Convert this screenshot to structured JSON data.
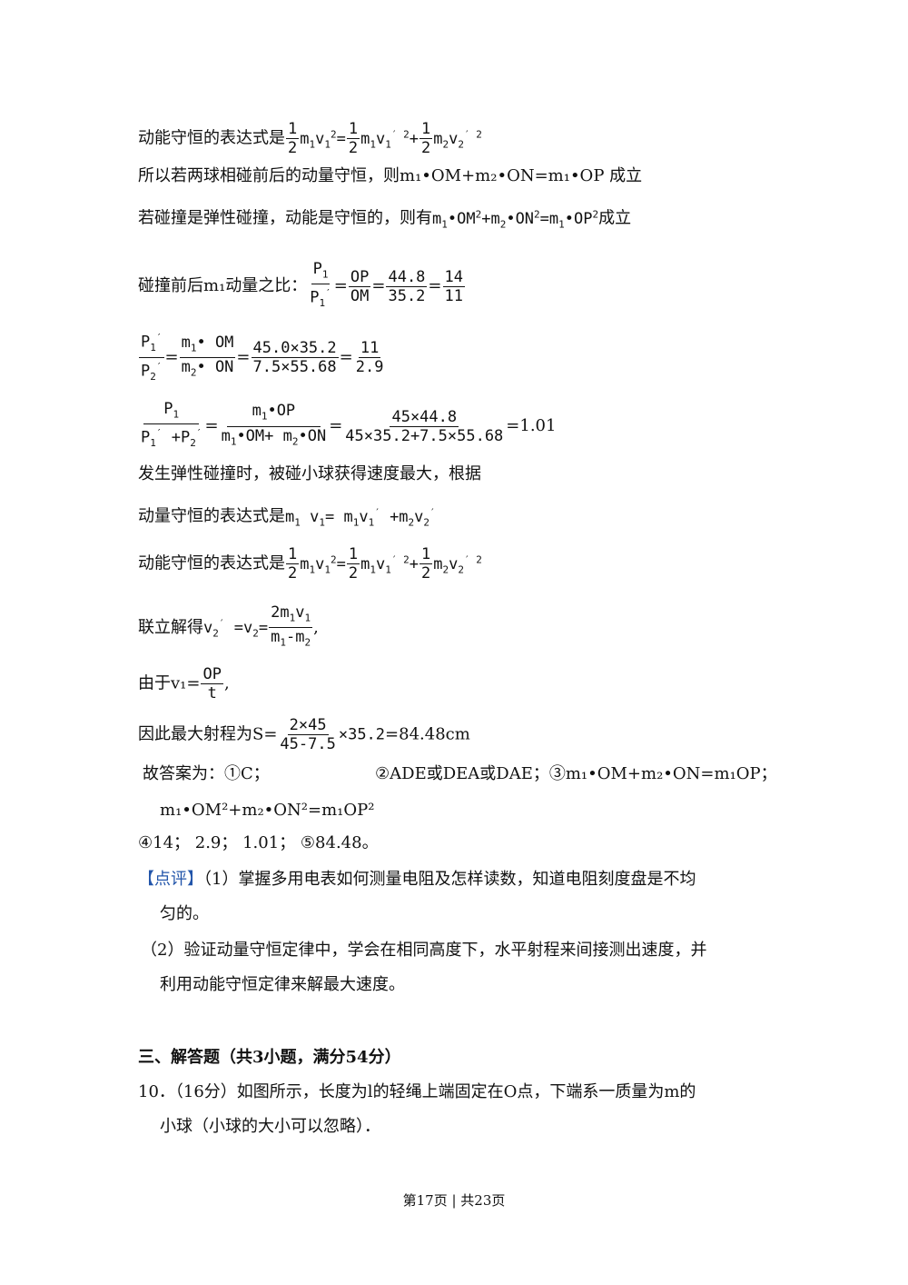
{
  "lines": {
    "l1": {
      "prefix": "动能守恒的表达式是"
    },
    "l2": "所以若两球相碰前后的动量守恒，则m₁•OM+m₂•ON=m₁•OP 成立",
    "l3": {
      "prefix": "若碰撞是弹性碰撞，动能是守恒的，则有",
      "suffix": "成立"
    },
    "l4": {
      "prefix": "碰撞前后m₁动量之比：",
      "n1": "44.8",
      "d1": "35.2",
      "n2": "14",
      "d2": "11"
    },
    "l5": {
      "n1": "45.0×35.2",
      "d1": "7.5×55.68",
      "n2": "11",
      "d2": "2.9"
    },
    "l6": {
      "n": "45×44.8",
      "d": "45×35.2+7.5×55.68",
      "result": "=1.01"
    },
    "l7": "发生弹性碰撞时，被碰小球获得速度最大，根据",
    "l8": {
      "prefix": "动量守恒的表达式是"
    },
    "l9": {
      "prefix": "动能守恒的表达式是"
    },
    "l10": {
      "prefix": "联立解得"
    },
    "l11": {
      "prefix": "由于v₁="
    },
    "l12": {
      "prefix": "因此最大射程为S=",
      "n": "2×45",
      "d": "45-7.5",
      "mid": "×35.2",
      "result": "=84.48cm"
    },
    "l13a": "故答案为：①C；",
    "l13b": "②ADE或DEA或DAE；③m₁•OM+m₂•ON=m₁OP；",
    "l14": "m₁•OM²+m₂•ON²=m₁OP²",
    "l15": "④14；  2.9；  1.01；   ⑤84.48。",
    "l16": {
      "bracket": "【点评】",
      "text": "（1）掌握多用电表如何测量电阻及怎样读数，知道电阻刻度盘是不均"
    },
    "l17": "匀的。",
    "l18": "（2）验证动量守恒定律中，学会在相同高度下，水平射程来间接测出速度，并",
    "l19": "利用动能守恒定律来解最大速度。",
    "l20": "三、解答题（共3小题，满分54分）",
    "l21": "10．（16分）如图所示，长度为l的轻绳上端固定在O点，下端系一质量为m的",
    "l22": "小球（小球的大小可以忽略）．"
  },
  "footer": "第17页 | 共23页"
}
